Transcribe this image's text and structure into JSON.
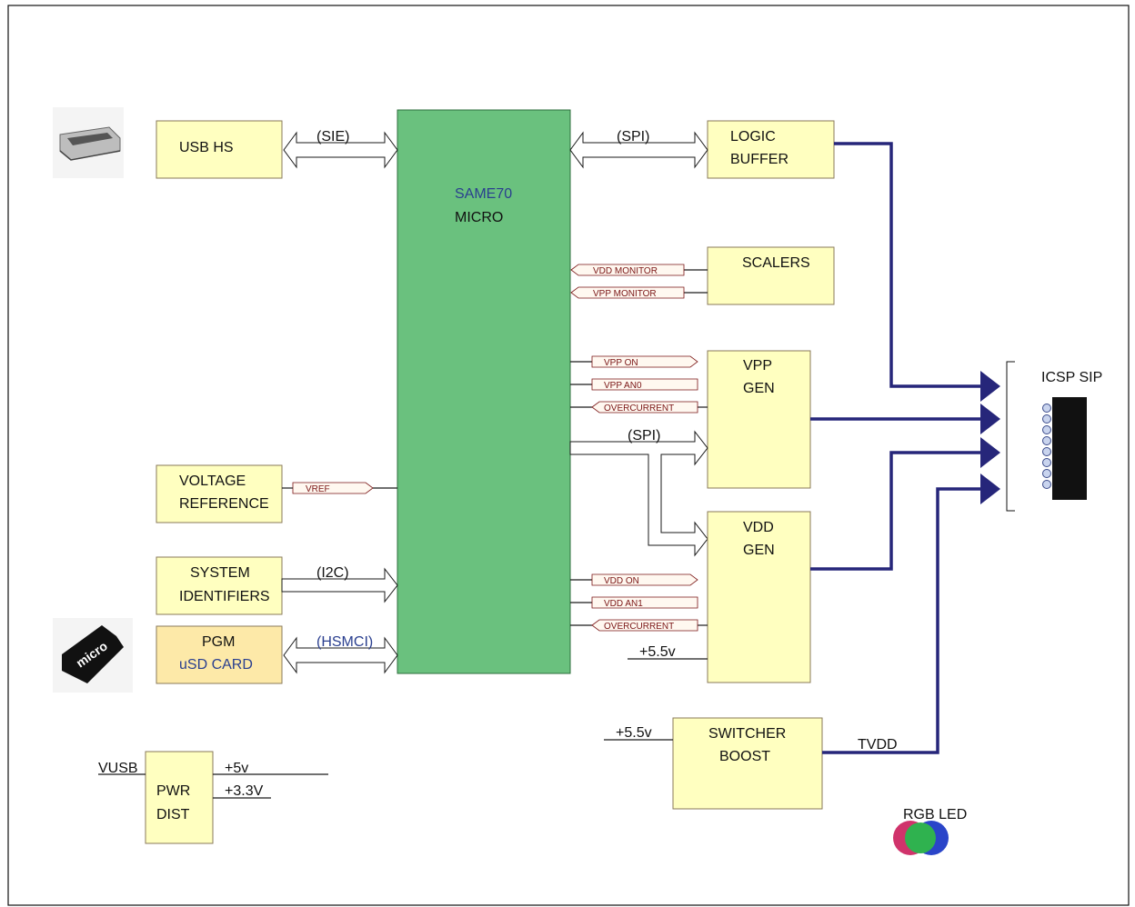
{
  "blocks": {
    "usb_hs": "USB HS",
    "mcu_line1": "SAME70",
    "mcu_line2": "MICRO",
    "logic_buffer_line1": "LOGIC",
    "logic_buffer_line2": "BUFFER",
    "scalers": "SCALERS",
    "vpp_gen_line1": "VPP",
    "vpp_gen_line2": "GEN",
    "vdd_gen_line1": "VDD",
    "vdd_gen_line2": "GEN",
    "voltage_ref_line1": "VOLTAGE",
    "voltage_ref_line2": "REFERENCE",
    "system_ids_line1": "SYSTEM",
    "system_ids_line2": "IDENTIFIERS",
    "pgm_line1": "PGM",
    "pgm_line2": "uSD CARD",
    "switcher_line1": "SWITCHER",
    "switcher_line2": "BOOST",
    "pwr_line1": "PWR",
    "pwr_line2": "DIST",
    "icsp": "ICSP SIP",
    "rgb_led": "RGB LED"
  },
  "buses": {
    "sie": "(SIE)",
    "spi_top": "(SPI)",
    "spi_mid": "(SPI)",
    "i2c": "(I2C)",
    "hsmci": "(HSMCI)"
  },
  "signals": {
    "vdd_monitor": "VDD MONITOR",
    "vpp_monitor": "VPP MONITOR",
    "vpp_on": "VPP ON",
    "vpp_an0": "VPP AN0",
    "overcurrent_vpp": "OVERCURRENT",
    "vdd_on": "VDD ON",
    "vdd_an1": "VDD AN1",
    "overcurrent_vdd": "OVERCURRENT",
    "vref": "VREF"
  },
  "rails": {
    "v55_vdd": "+5.5v",
    "v55_switcher": "+5.5v",
    "tvdd": "TVDD",
    "vusb": "VUSB",
    "v5": "+5v",
    "v33": "+3.3V"
  },
  "icons": {
    "usb_connector": "usb-connector-icon",
    "microsd": "microsd-card-icon",
    "icsp_pins": "icsp-header-icon",
    "rgb_led": "rgb-led-icon"
  },
  "colors": {
    "block_fill": "#ffffc0",
    "mcu_fill": "#6ac17e",
    "pgm_fill": "#fde9a8",
    "bus_line": "#26267a",
    "signal_tag": "#7a1515",
    "led_red": "#d0336b",
    "led_green": "#2fb24f",
    "led_blue": "#2a45c9"
  }
}
